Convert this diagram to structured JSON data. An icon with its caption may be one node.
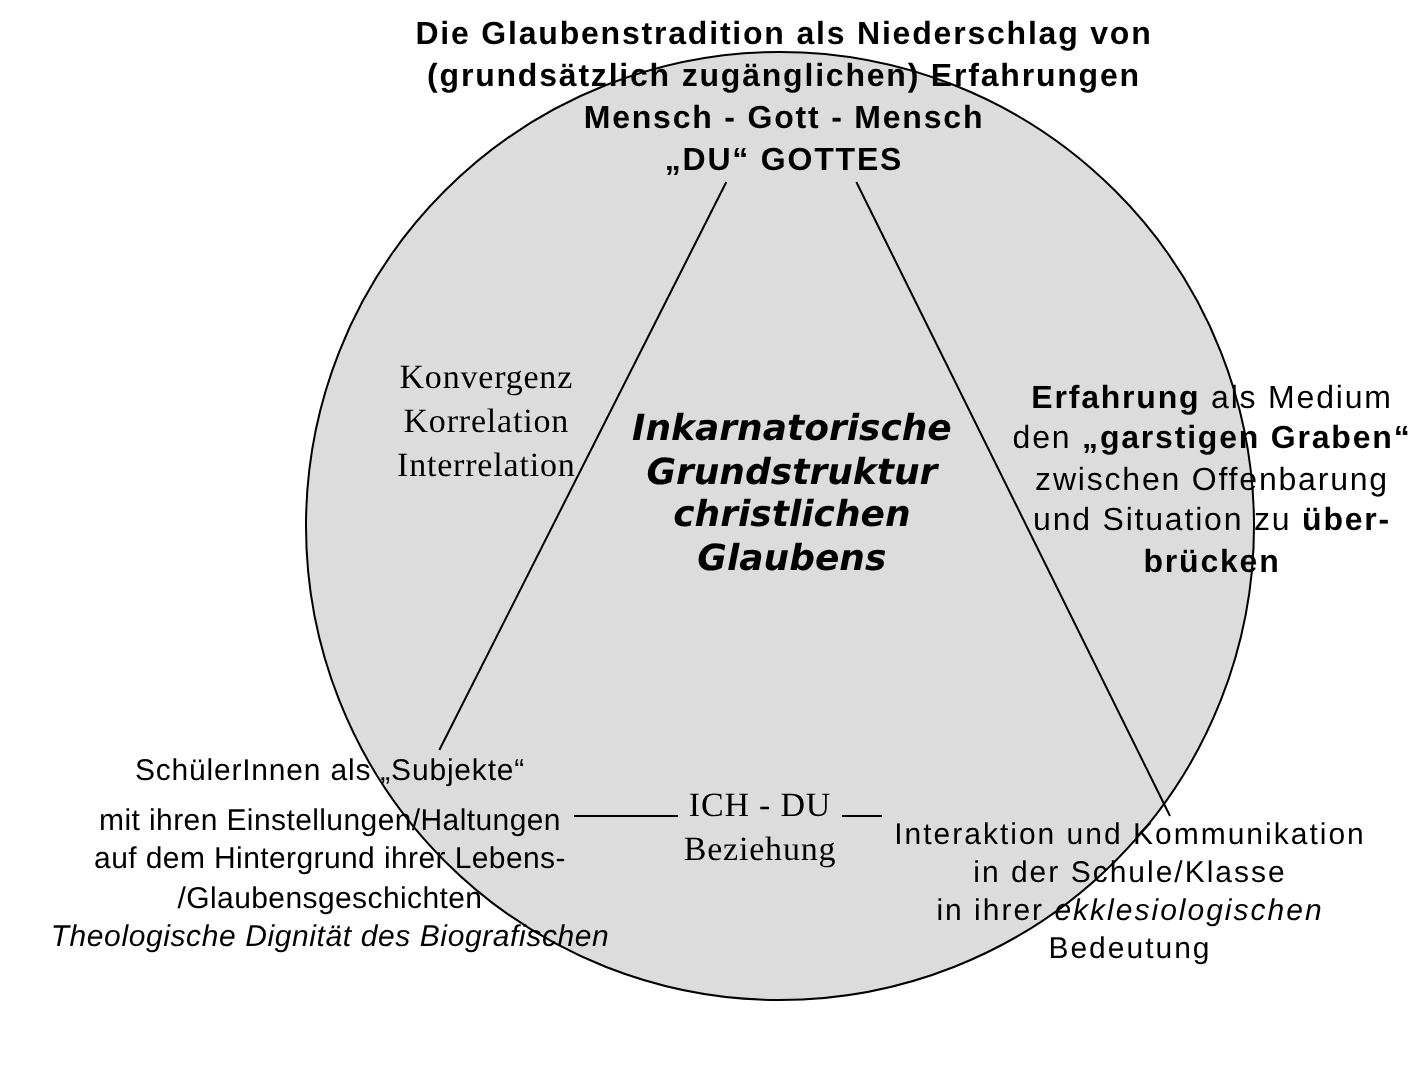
{
  "diagram": {
    "nodes": [
      {
        "text": [
          "Die Glaubenstradition als Niederschlag von (grundsätzlich zugänglichen) Erfahrungen",
          "Mensch - Gott - Mensch",
          "„DU“ GOTTES"
        ]
      },
      {
        "text": [
          "SchülerInnen als „Subjekte“",
          "mit ihren Einstellungen/Haltungen auf dem Hintergrund ihrer Lebens- /Glaubensgeschichten",
          "Theologische Dignität des Biografischen"
        ]
      },
      {
        "text": [
          "Interaktion und Kommunikation in der Schule/Klasse",
          "in ihrer *ekklesiologischen* Bedeutung"
        ]
      }
    ],
    "edges": [
      {
        "from": 0,
        "to": 1,
        "arrow": "none",
        "label": "Konvergenz Korrelation Interrelation"
      },
      {
        "from": 0,
        "to": 2,
        "arrow": "none",
        "label": "**Erfahrung** als Medium den **„garstigen Graben“** zwischen Offenbarung und Situation zu **über- brücken**"
      },
      {
        "from": 1,
        "to": 2,
        "arrow": "none",
        "label": "ICH - DU Beziehung"
      }
    ],
    "labels": [
      "Inkarnatorische Grundstruktur christlichen Glaubens"
    ]
  }
}
